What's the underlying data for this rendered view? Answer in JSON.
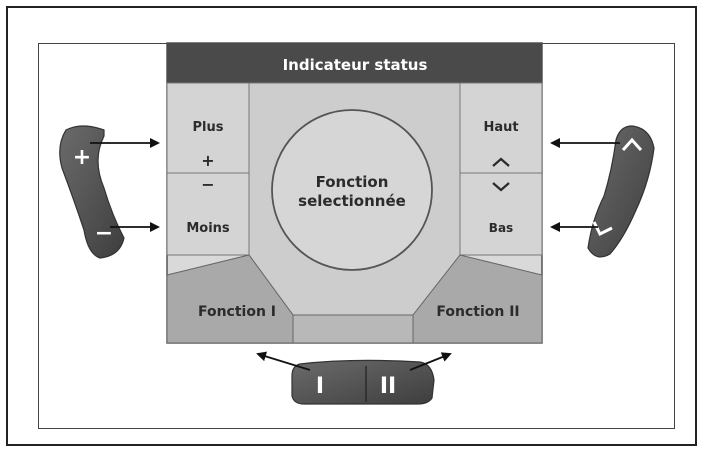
{
  "panel": {
    "status_bar": "Indicateur status",
    "plus_label": "Plus",
    "plus_symbol": "+",
    "minus_symbol": "−",
    "minus_label": "Moins",
    "up_label": "Haut",
    "down_label": "Bas",
    "center_line1": "Fonction",
    "center_line2": "selectionnée",
    "function1": "Fonction I",
    "function2": "Fonction II"
  },
  "left_control": {
    "plus_symbol": "+",
    "minus_symbol": "−"
  },
  "bottom_control": {
    "symbol1": "I",
    "symbol2": "II"
  },
  "colors": {
    "status_bar": "#4a4a4a",
    "panel_light": "#d9d9d9",
    "panel_mid": "#c6c6c6",
    "panel_dark": "#a9a9a9",
    "control_dark": "#4f4f4f",
    "outline": "#555555"
  }
}
